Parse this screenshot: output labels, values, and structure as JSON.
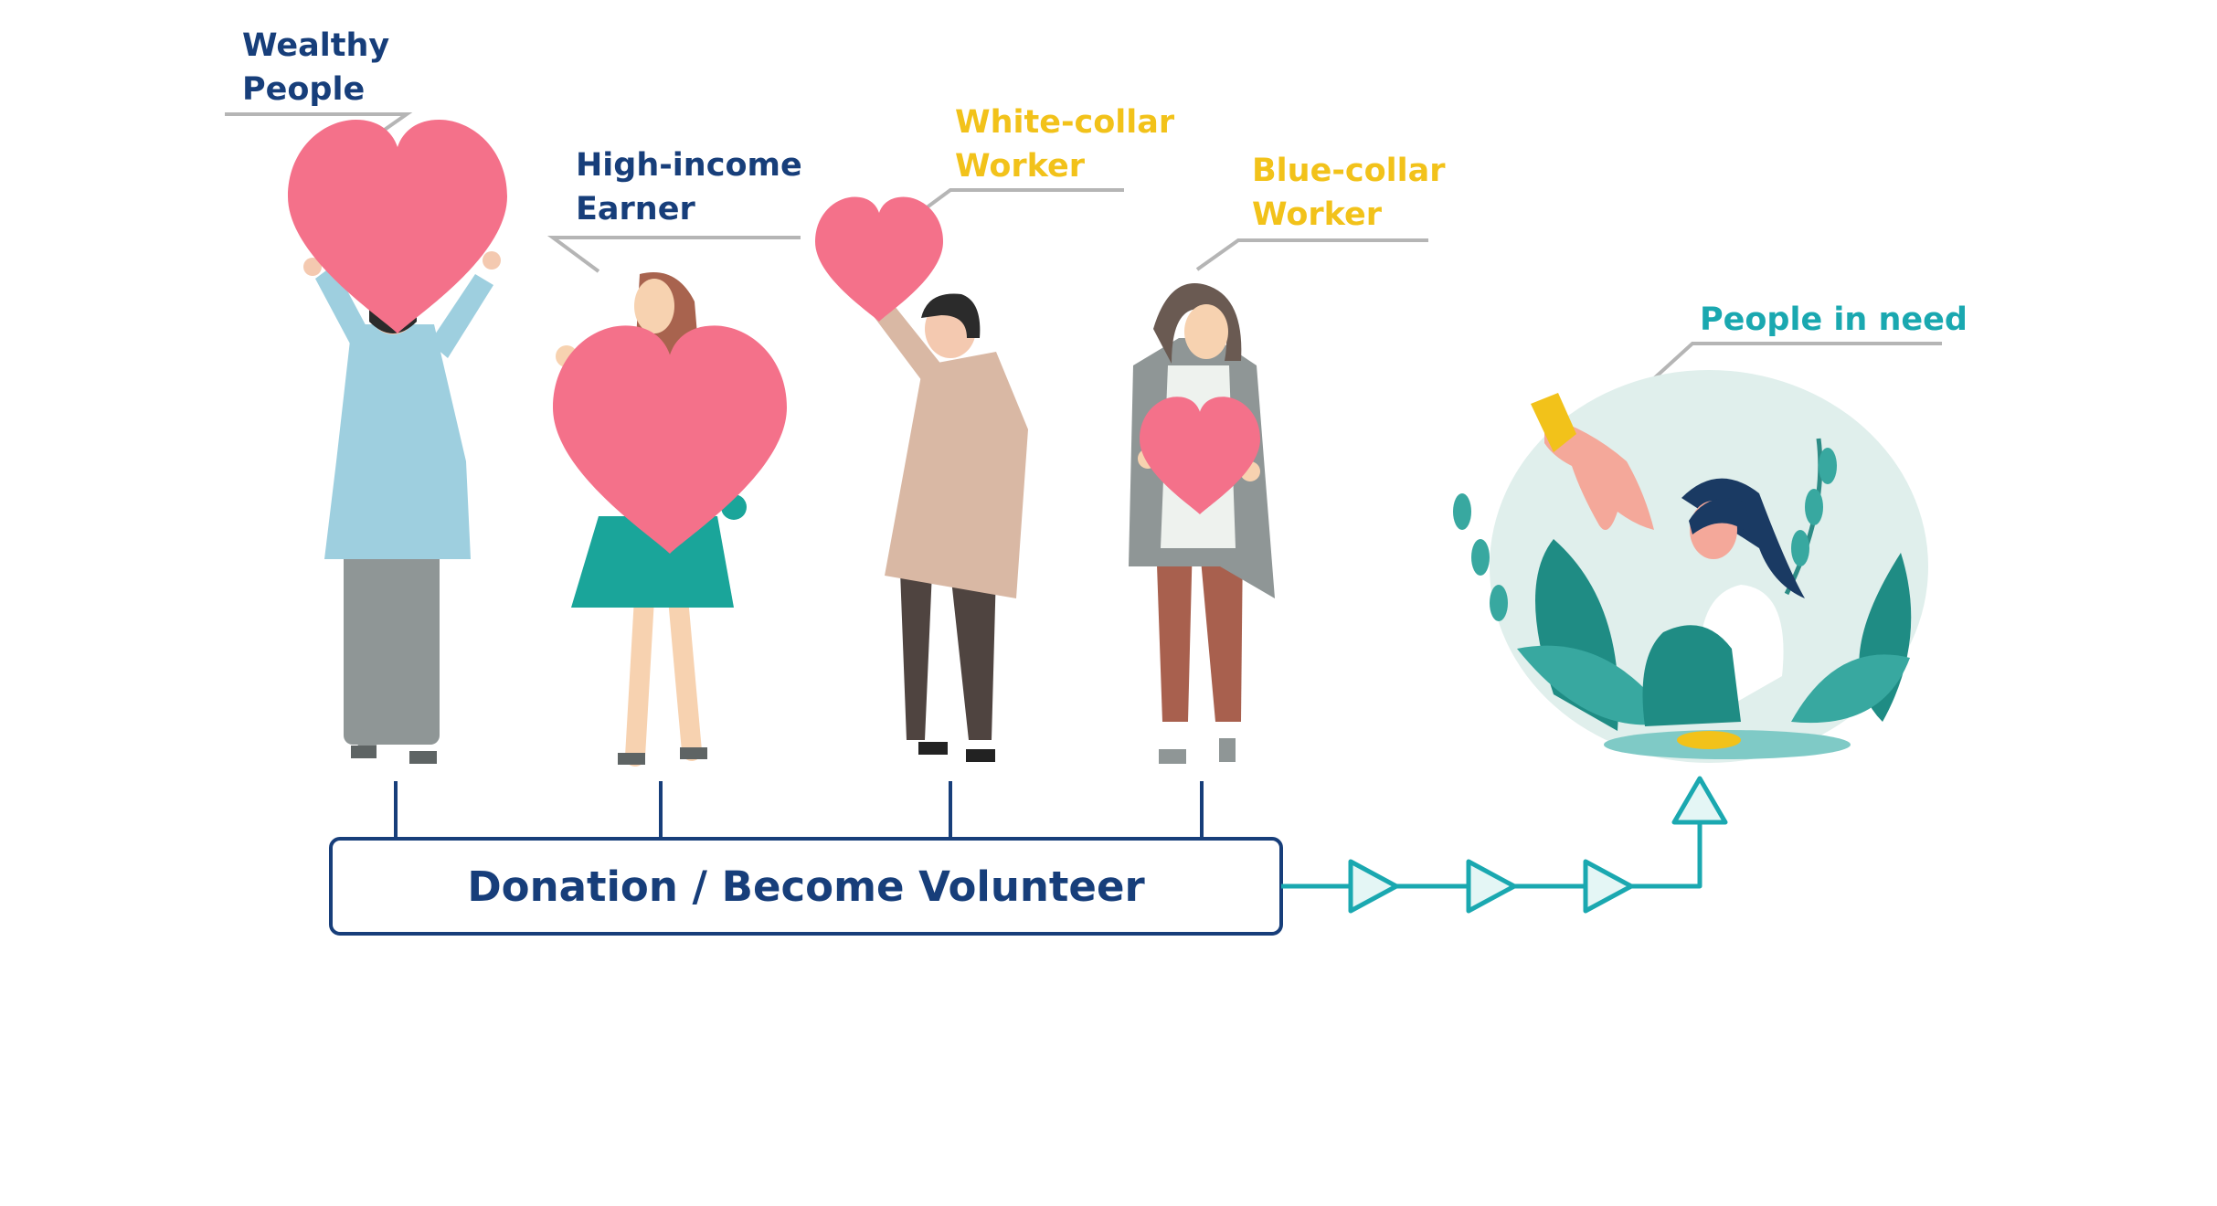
{
  "diagram": {
    "labels": {
      "wealthy": {
        "line1": "Wealthy",
        "line2": "People"
      },
      "high_income": {
        "line1": "High-income",
        "line2": "Earner"
      },
      "white_collar": {
        "line1": "White-collar",
        "line2": "Worker"
      },
      "blue_collar": {
        "line1": "Blue-collar",
        "line2": "Worker"
      },
      "people_in_need": "People in need"
    },
    "action_box": "Donation / Become Volunteer",
    "colors": {
      "navy": "#173e7a",
      "gold": "#f2c21a",
      "teal": "#1aa8b0",
      "heart": "#f4718a",
      "leader_line": "#b5b5b5"
    }
  }
}
